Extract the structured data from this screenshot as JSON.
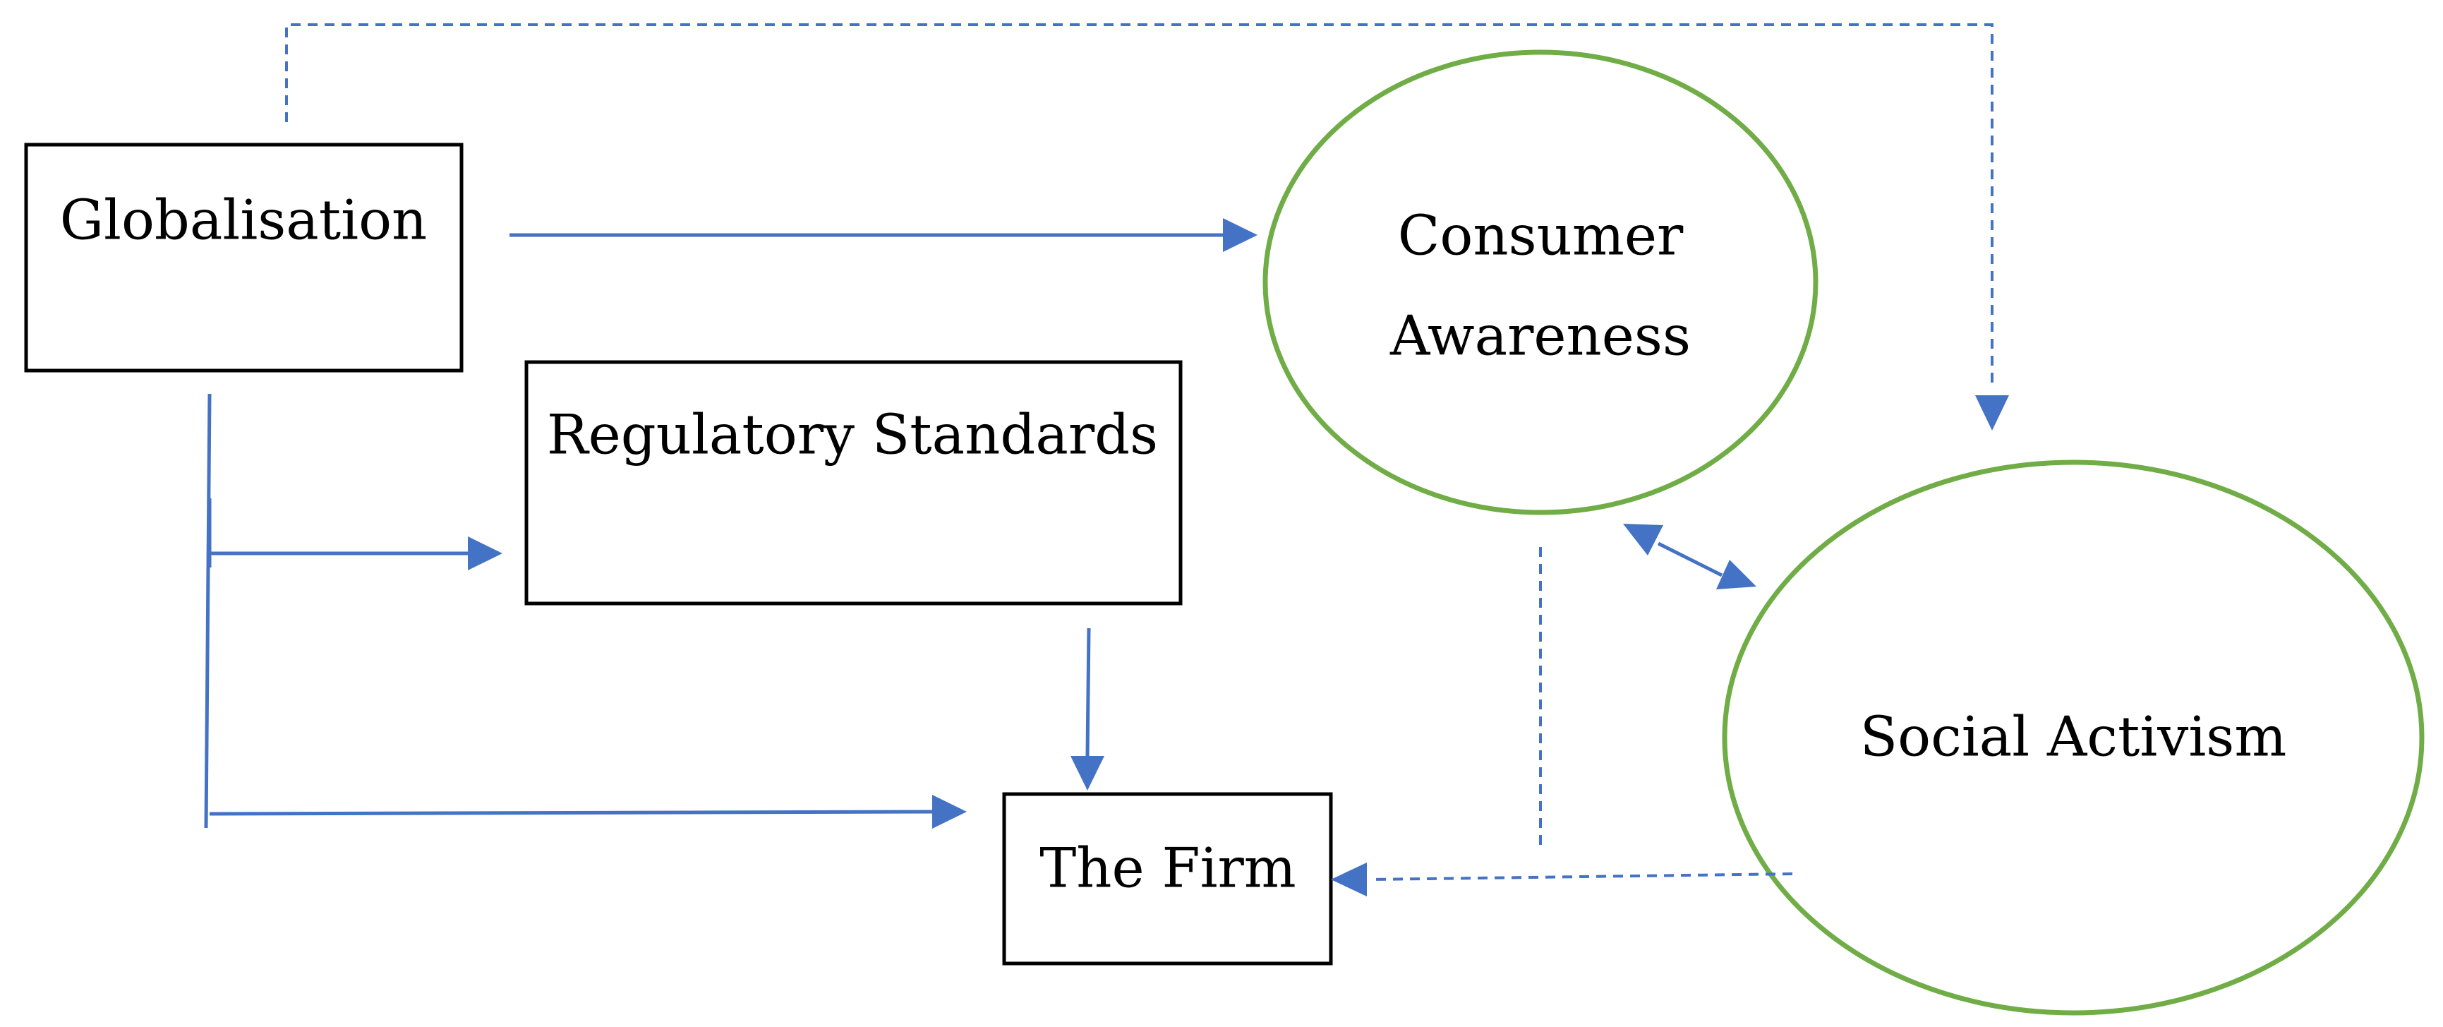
{
  "nodes": {
    "globalisation": {
      "label": "Globalisation"
    },
    "regulatory_standards": {
      "label": "Regulatory Standards"
    },
    "the_firm": {
      "label": "The Firm"
    },
    "consumer_awareness": {
      "line1": "Consumer",
      "line2": "Awareness"
    },
    "social_activism": {
      "label": "Social Activism"
    }
  },
  "colors": {
    "arrow": "#4472c4",
    "ellipse_stroke": "#70ad47",
    "box_stroke": "#000000",
    "text": "#000000"
  }
}
